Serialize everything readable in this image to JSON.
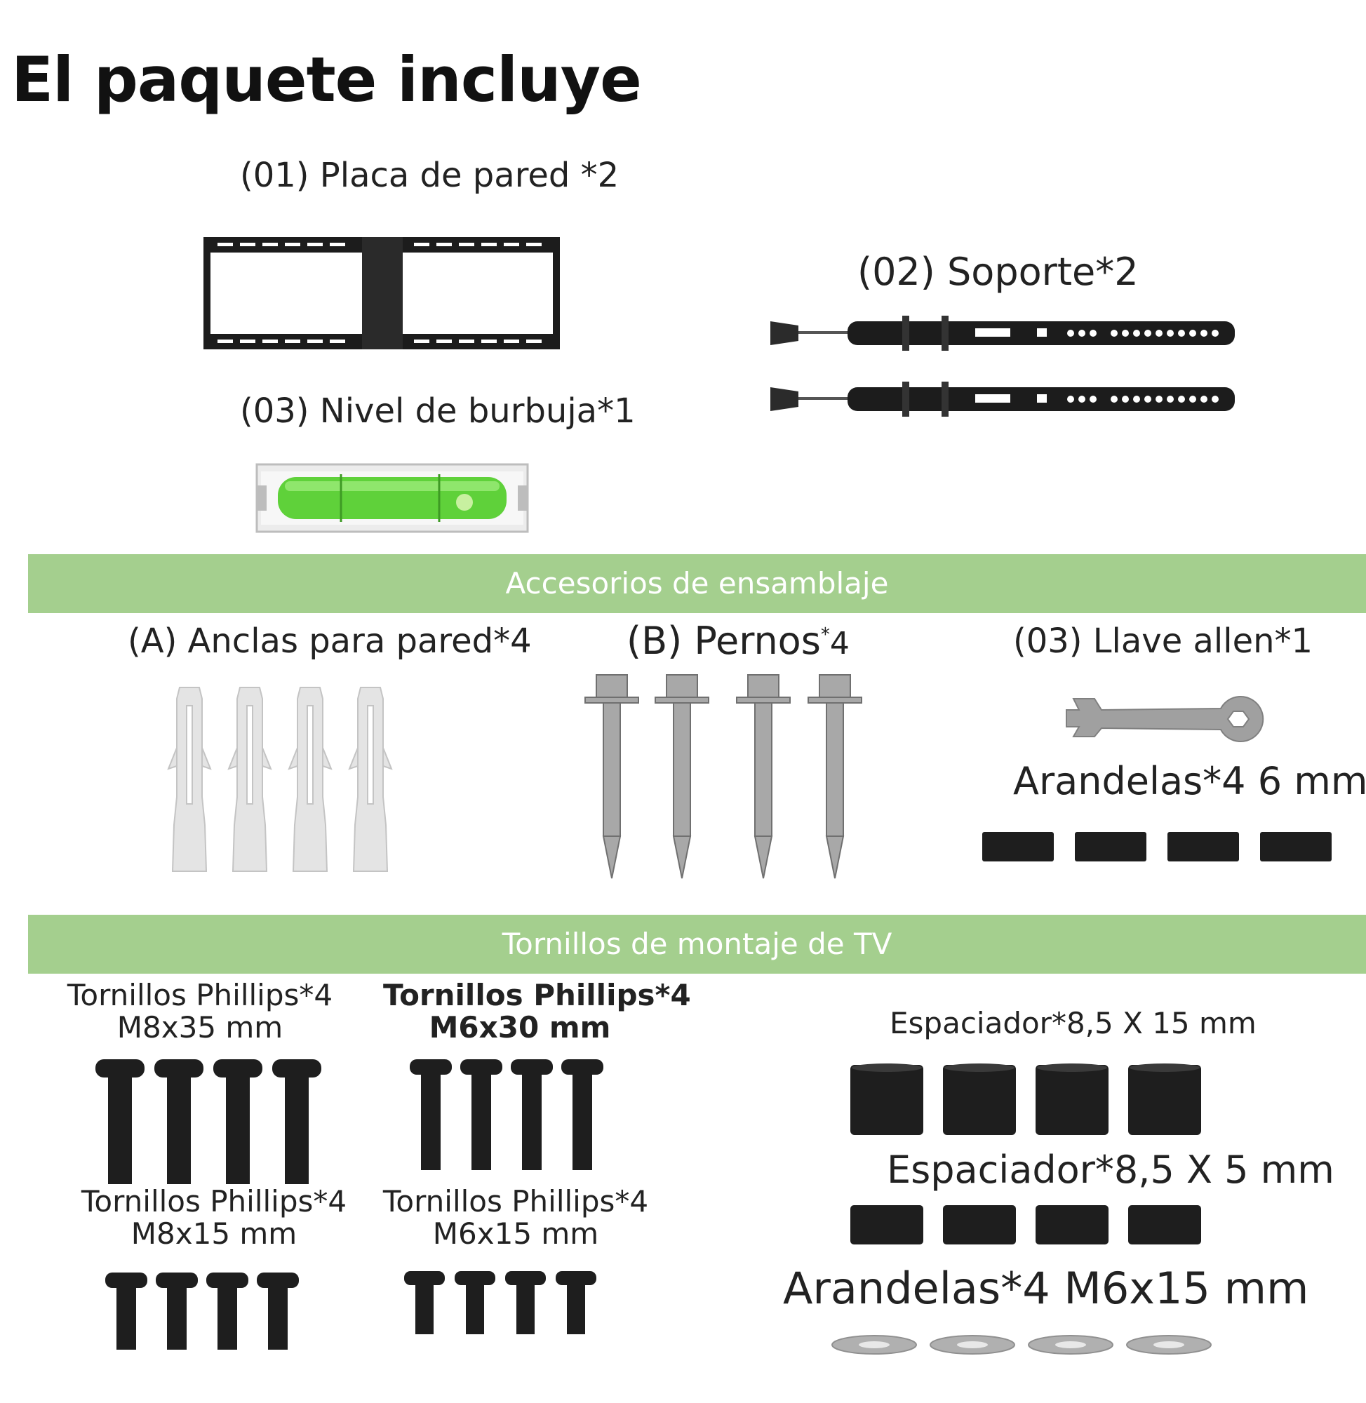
{
  "header": {
    "title": "El paquete incluye"
  },
  "items": {
    "wall_plate": "(01) Placa de pared *2",
    "bracket": "(02) Soporte*2",
    "bubble_level": "(03) Nivel de burbuja*1"
  },
  "sections": {
    "assembly": "Accesorios de ensamblaje",
    "tv_screws": "Tornillos de montaje de TV"
  },
  "assembly": {
    "anchors": "(A) Anclas para pared*4",
    "bolts_prefix": "(B) Pernos",
    "bolts_star": "*",
    "bolts_qty": "4",
    "allen_key": "(03) Llave allen*1",
    "washers_6mm": "Arandelas*4 6 mm"
  },
  "tv": {
    "m8x35_line1": "Tornillos Phillips*4",
    "m8x35_line2": "M8x35 mm",
    "m6x30_line1": "Tornillos Phillips*4",
    "m6x30_line2": "M6x30 mm",
    "m8x15_line1": "Tornillos Phillips*4",
    "m8x15_line2": "M8x15 mm",
    "m6x15_line1": "Tornillos Phillips*4",
    "m6x15_line2": "M6x15 mm",
    "spacer_15": "Espaciador*8,5 X 15 mm",
    "spacer_5": "Espaciador*8,5 X 5 mm",
    "washers_m6": "Arandelas*4 M6x15 mm"
  },
  "colors": {
    "banner": "#a4cf8e",
    "metal_dark": "#1c1c1c",
    "level_green": "#5fd13a",
    "steel": "#a8a8a8",
    "anchor_white": "#e4e4e4"
  }
}
